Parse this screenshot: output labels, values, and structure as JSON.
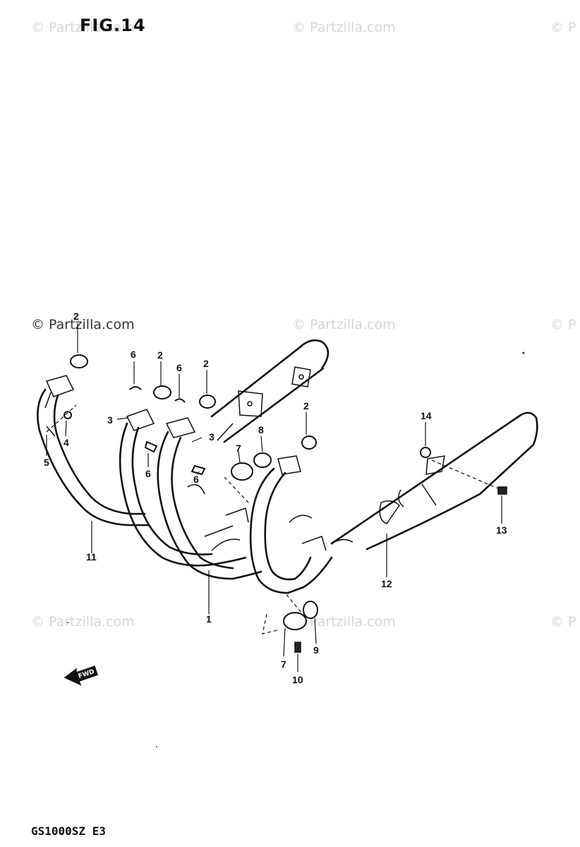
{
  "figure_title": "FIG.14",
  "model_code": "GS1000SZ E3",
  "watermarks": [
    "© Partzilla.com",
    "© Partzilla.com",
    "© P",
    "© Partzilla.com",
    "© Partzilla.com",
    "© P",
    "© Partzilla.com",
    "© Partzilla.com",
    "© P"
  ],
  "callouts": [
    "2",
    "6",
    "2",
    "6",
    "2",
    "2",
    "3",
    "3",
    "4",
    "5",
    "6",
    "6",
    "7",
    "8",
    "14",
    "11",
    "1",
    "12",
    "13",
    "9",
    "7",
    "10"
  ],
  "fwd_label": "FWD"
}
